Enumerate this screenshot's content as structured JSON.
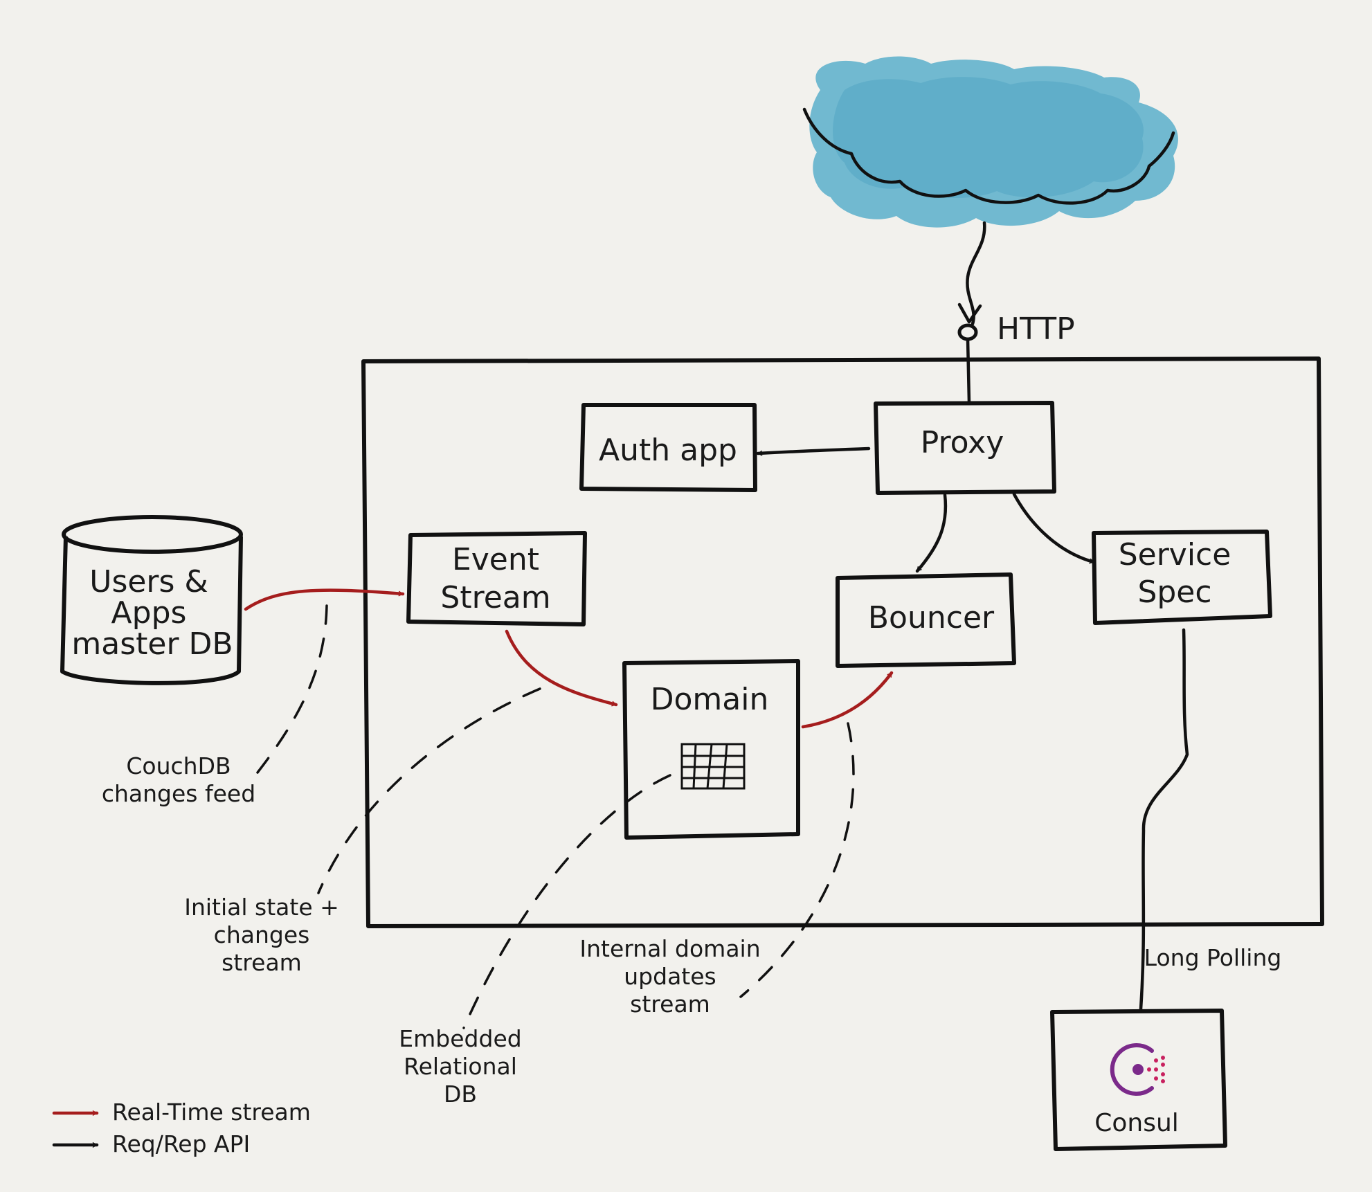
{
  "colors": {
    "background": "#f2f1ed",
    "realtime_stream": "#a51d1d",
    "reqrep_api": "#111111",
    "cloud": "#63b3cc",
    "consul_logo": "#c8215f"
  },
  "icons": {
    "cloud": "cloud-icon",
    "database": "database-cylinder-icon",
    "table": "table-grid-icon",
    "consul": "consul-logo-icon"
  },
  "labels": {
    "http": "HTTP",
    "auth_app": "Auth app",
    "proxy": "Proxy",
    "event_stream_1": "Event",
    "event_stream_2": "Stream",
    "bouncer": "Bouncer",
    "service_spec_1": "Service",
    "service_spec_2": "Spec",
    "domain": "Domain",
    "db_1": "Users &",
    "db_2": "Apps",
    "db_3": "master DB",
    "consul": "Consul"
  },
  "annotations": {
    "couchdb_1": "CouchDB",
    "couchdb_2": "changes feed",
    "initial_1": "Initial state +",
    "initial_2": "changes",
    "initial_3": "stream",
    "embedded_1": "Embedded",
    "embedded_2": "Relational",
    "embedded_3": "DB",
    "internal_1": "Internal domain",
    "internal_2": "updates",
    "internal_3": "stream",
    "long_polling": "Long Polling"
  },
  "legend": {
    "realtime": "Real-Time stream",
    "reqrep": "Req/Rep API"
  }
}
